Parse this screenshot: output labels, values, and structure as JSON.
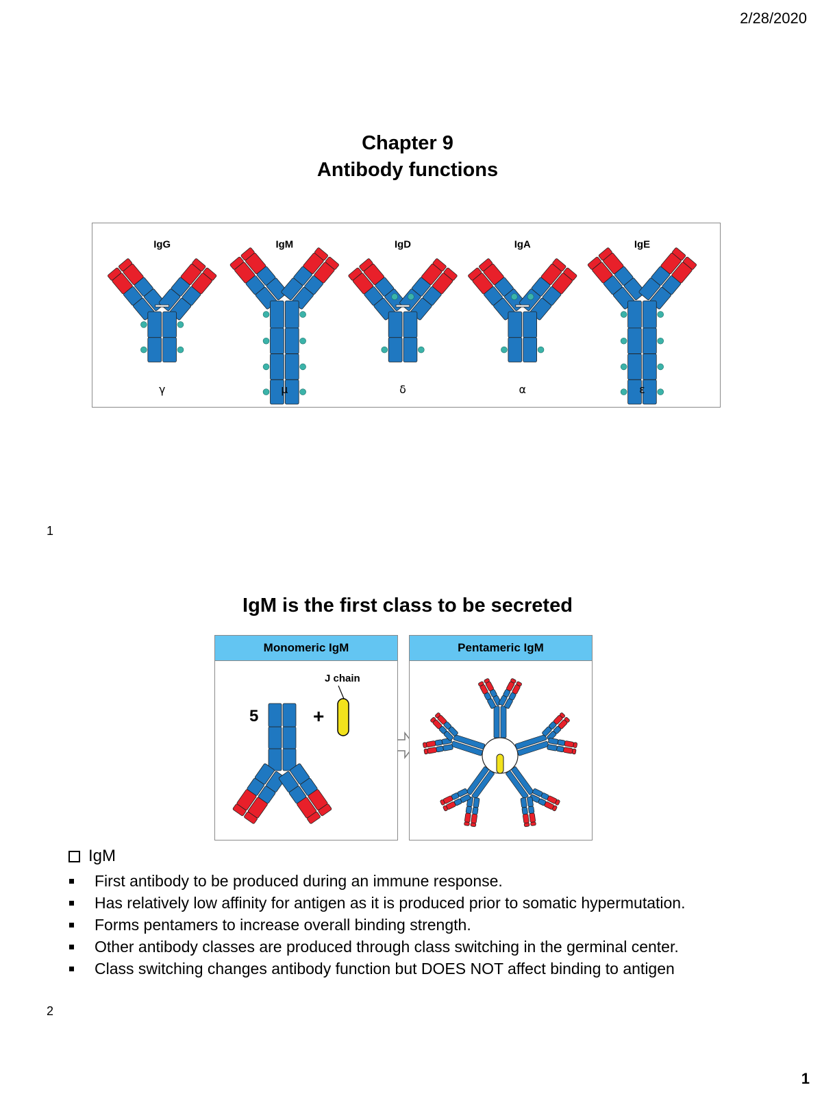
{
  "header": {
    "date": "2/28/2020"
  },
  "slide1": {
    "title_line1": "Chapter 9",
    "title_line2": "Antibody functions",
    "figure": {
      "classes": [
        {
          "name": "IgG",
          "heavy_chain": "γ"
        },
        {
          "name": "IgM",
          "heavy_chain": "μ"
        },
        {
          "name": "IgD",
          "heavy_chain": "δ"
        },
        {
          "name": "IgA",
          "heavy_chain": "α"
        },
        {
          "name": "IgE",
          "heavy_chain": "ε"
        }
      ]
    },
    "slide_number": "1"
  },
  "slide2": {
    "title": "IgM is the first class to be secreted",
    "panel_left": {
      "title": "Monomeric IgM",
      "count": "5",
      "plus": "+",
      "j_chain_label": "J chain"
    },
    "panel_right": {
      "title": "Pentameric IgM"
    },
    "heading": "IgM",
    "bullets": [
      "First antibody to be produced during an immune response.",
      "Has relatively low affinity for antigen as it is produced prior to somatic hypermutation.",
      "Forms pentamers to increase overall binding strength.",
      "Other antibody classes are produced through class switching in the germinal center.",
      "Class switching changes antibody function but DOES NOT affect binding to antigen"
    ],
    "slide_number": "2"
  },
  "footer": {
    "page_number": "1"
  },
  "colors": {
    "variable_region": "#e8202a",
    "constant_region": "#1f78c1",
    "glycan": "#3bb3a9",
    "j_chain": "#f2e21c",
    "panel_header": "#63c5f2"
  }
}
